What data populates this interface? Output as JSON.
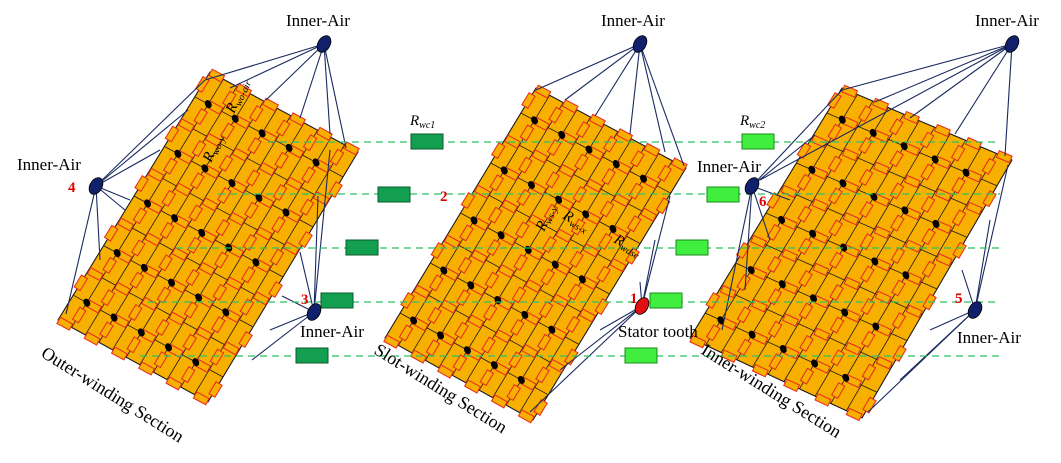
{
  "labels": {
    "inner_air": "Inner-Air",
    "stator_tooth": "Stator tooth"
  },
  "sections": {
    "outer": "Outer-winding Section",
    "slot": "Slot-winding Section",
    "inner": "Inner-winding Section"
  },
  "node_numbers": [
    "1",
    "2",
    "3",
    "4",
    "5",
    "6"
  ],
  "resistances": {
    "wc1": {
      "symbol": "R",
      "sub": "wc1"
    },
    "wc2": {
      "symbol": "R",
      "sub": "wc2"
    },
    "outer_a": {
      "symbol": "R",
      "sub": "wo-y"
    },
    "outer_b": {
      "symbol": "R",
      "sub": "wo-air"
    },
    "slot_a": {
      "symbol": "R",
      "sub": "ws-y"
    },
    "slot_b": {
      "symbol": "R",
      "sub": "ws-x"
    },
    "slot_c": {
      "symbol": "R",
      "sub": "wdse"
    }
  },
  "colors": {
    "winding_fill": "#f8b000",
    "grid_line": "#1a1a1a",
    "resistor_fill": "#f8b000",
    "resistor_stroke": "#e83020",
    "node_dot": "#000000",
    "air_node": "#10206a",
    "tooth_node": "#e01010",
    "link_line": "#1a2a60",
    "dashed_line": "#2ec060",
    "rwc1_fill": "#12a050",
    "rwc2_fill": "#40ee40",
    "number_color": "#e00000"
  }
}
